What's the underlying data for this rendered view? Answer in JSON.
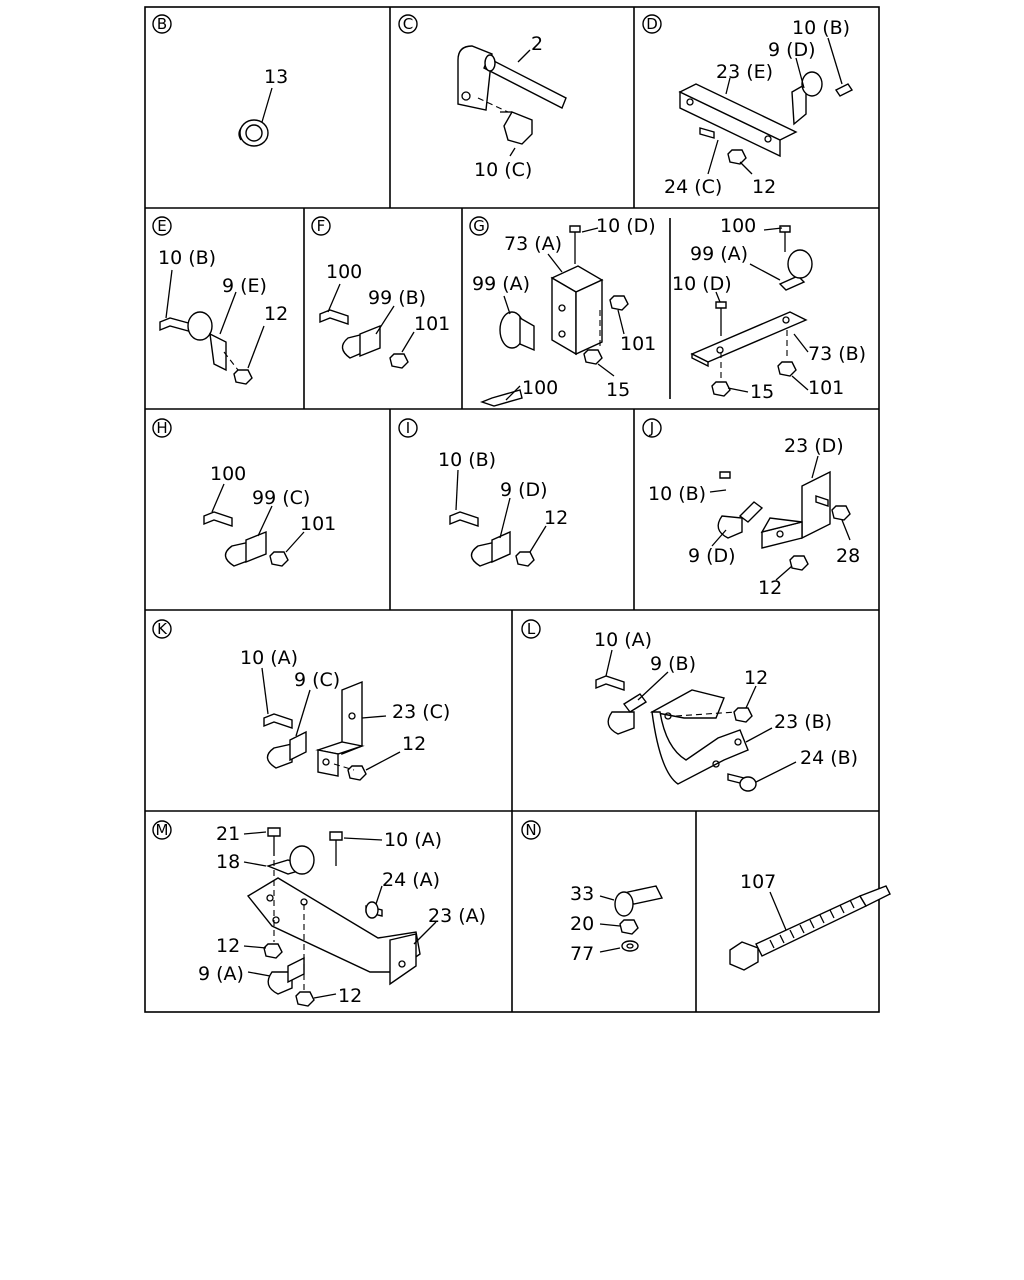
{
  "panels": {
    "B": {
      "letter": "B",
      "labels": [
        "13"
      ]
    },
    "C": {
      "letter": "C",
      "labels": [
        "2",
        "10 (C)"
      ]
    },
    "D": {
      "letter": "D",
      "labels": [
        "10 (B)",
        "9 (D)",
        "23 (E)",
        "24 (C)",
        "12"
      ]
    },
    "E": {
      "letter": "E",
      "labels": [
        "10 (B)",
        "9 (E)",
        "12"
      ]
    },
    "F": {
      "letter": "F",
      "labels": [
        "100",
        "99 (B)",
        "101"
      ]
    },
    "G": {
      "letter": "G",
      "labels": [
        "73 (A)",
        "10 (D)",
        "99 (A)",
        "101",
        "100",
        "15",
        "100",
        "99 (A)",
        "10 (D)",
        "73 (B)",
        "15",
        "101"
      ]
    },
    "H": {
      "letter": "H",
      "labels": [
        "100",
        "99 (C)",
        "101"
      ]
    },
    "I": {
      "letter": "I",
      "labels": [
        "10 (B)",
        "9 (D)",
        "12"
      ]
    },
    "J": {
      "letter": "J",
      "labels": [
        "23 (D)",
        "10 (B)",
        "28",
        "9 (D)",
        "12"
      ]
    },
    "K": {
      "letter": "K",
      "labels": [
        "10 (A)",
        "9 (C)",
        "23 (C)",
        "12"
      ]
    },
    "L": {
      "letter": "L",
      "labels": [
        "10 (A)",
        "9 (B)",
        "12",
        "23 (B)",
        "24 (B)"
      ]
    },
    "M": {
      "letter": "M",
      "labels": [
        "21",
        "10 (A)",
        "18",
        "24 (A)",
        "23 (A)",
        "12",
        "9 (A)",
        "12"
      ]
    },
    "N": {
      "letter": "N",
      "labels": [
        "33",
        "20",
        "77"
      ]
    },
    "P": {
      "labels": [
        "107"
      ]
    }
  }
}
